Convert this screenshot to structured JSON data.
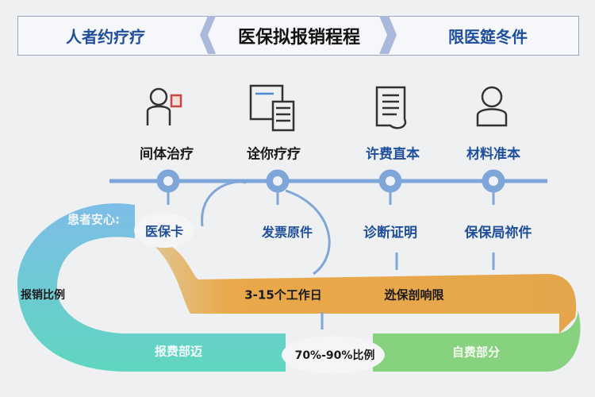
{
  "header": {
    "left": "人者约疗疗",
    "title": "医保拟报销程程",
    "right": "限医筵冬件"
  },
  "steps": [
    {
      "icon": "person-medical-icon",
      "label": "间体治疗"
    },
    {
      "icon": "invoice-document-icon",
      "label": "诠你疗疗"
    },
    {
      "icon": "receipt-scroll-icon",
      "label": "许费直本"
    },
    {
      "icon": "person-icon",
      "label": "材料准本"
    }
  ],
  "materials": [
    "医保卡",
    "发票原件",
    "诊断证明",
    "保保局祢件"
  ],
  "flow": {
    "patient_note": "患者安心:",
    "ratio_label": "报销比例",
    "duration": "3-15个工作日",
    "limit": "迯保剖响限",
    "reimbursed": "报费部迈",
    "ratio_value": "70%-90%比例",
    "self_pay": "自费部分"
  },
  "colors": {
    "blue": "#1f4f9c",
    "timeline": "#7ea6d8",
    "orange": "#e9a94a",
    "teal": "#5fd6bf",
    "green": "#86d27e",
    "lightblue": "#7dbde8"
  }
}
